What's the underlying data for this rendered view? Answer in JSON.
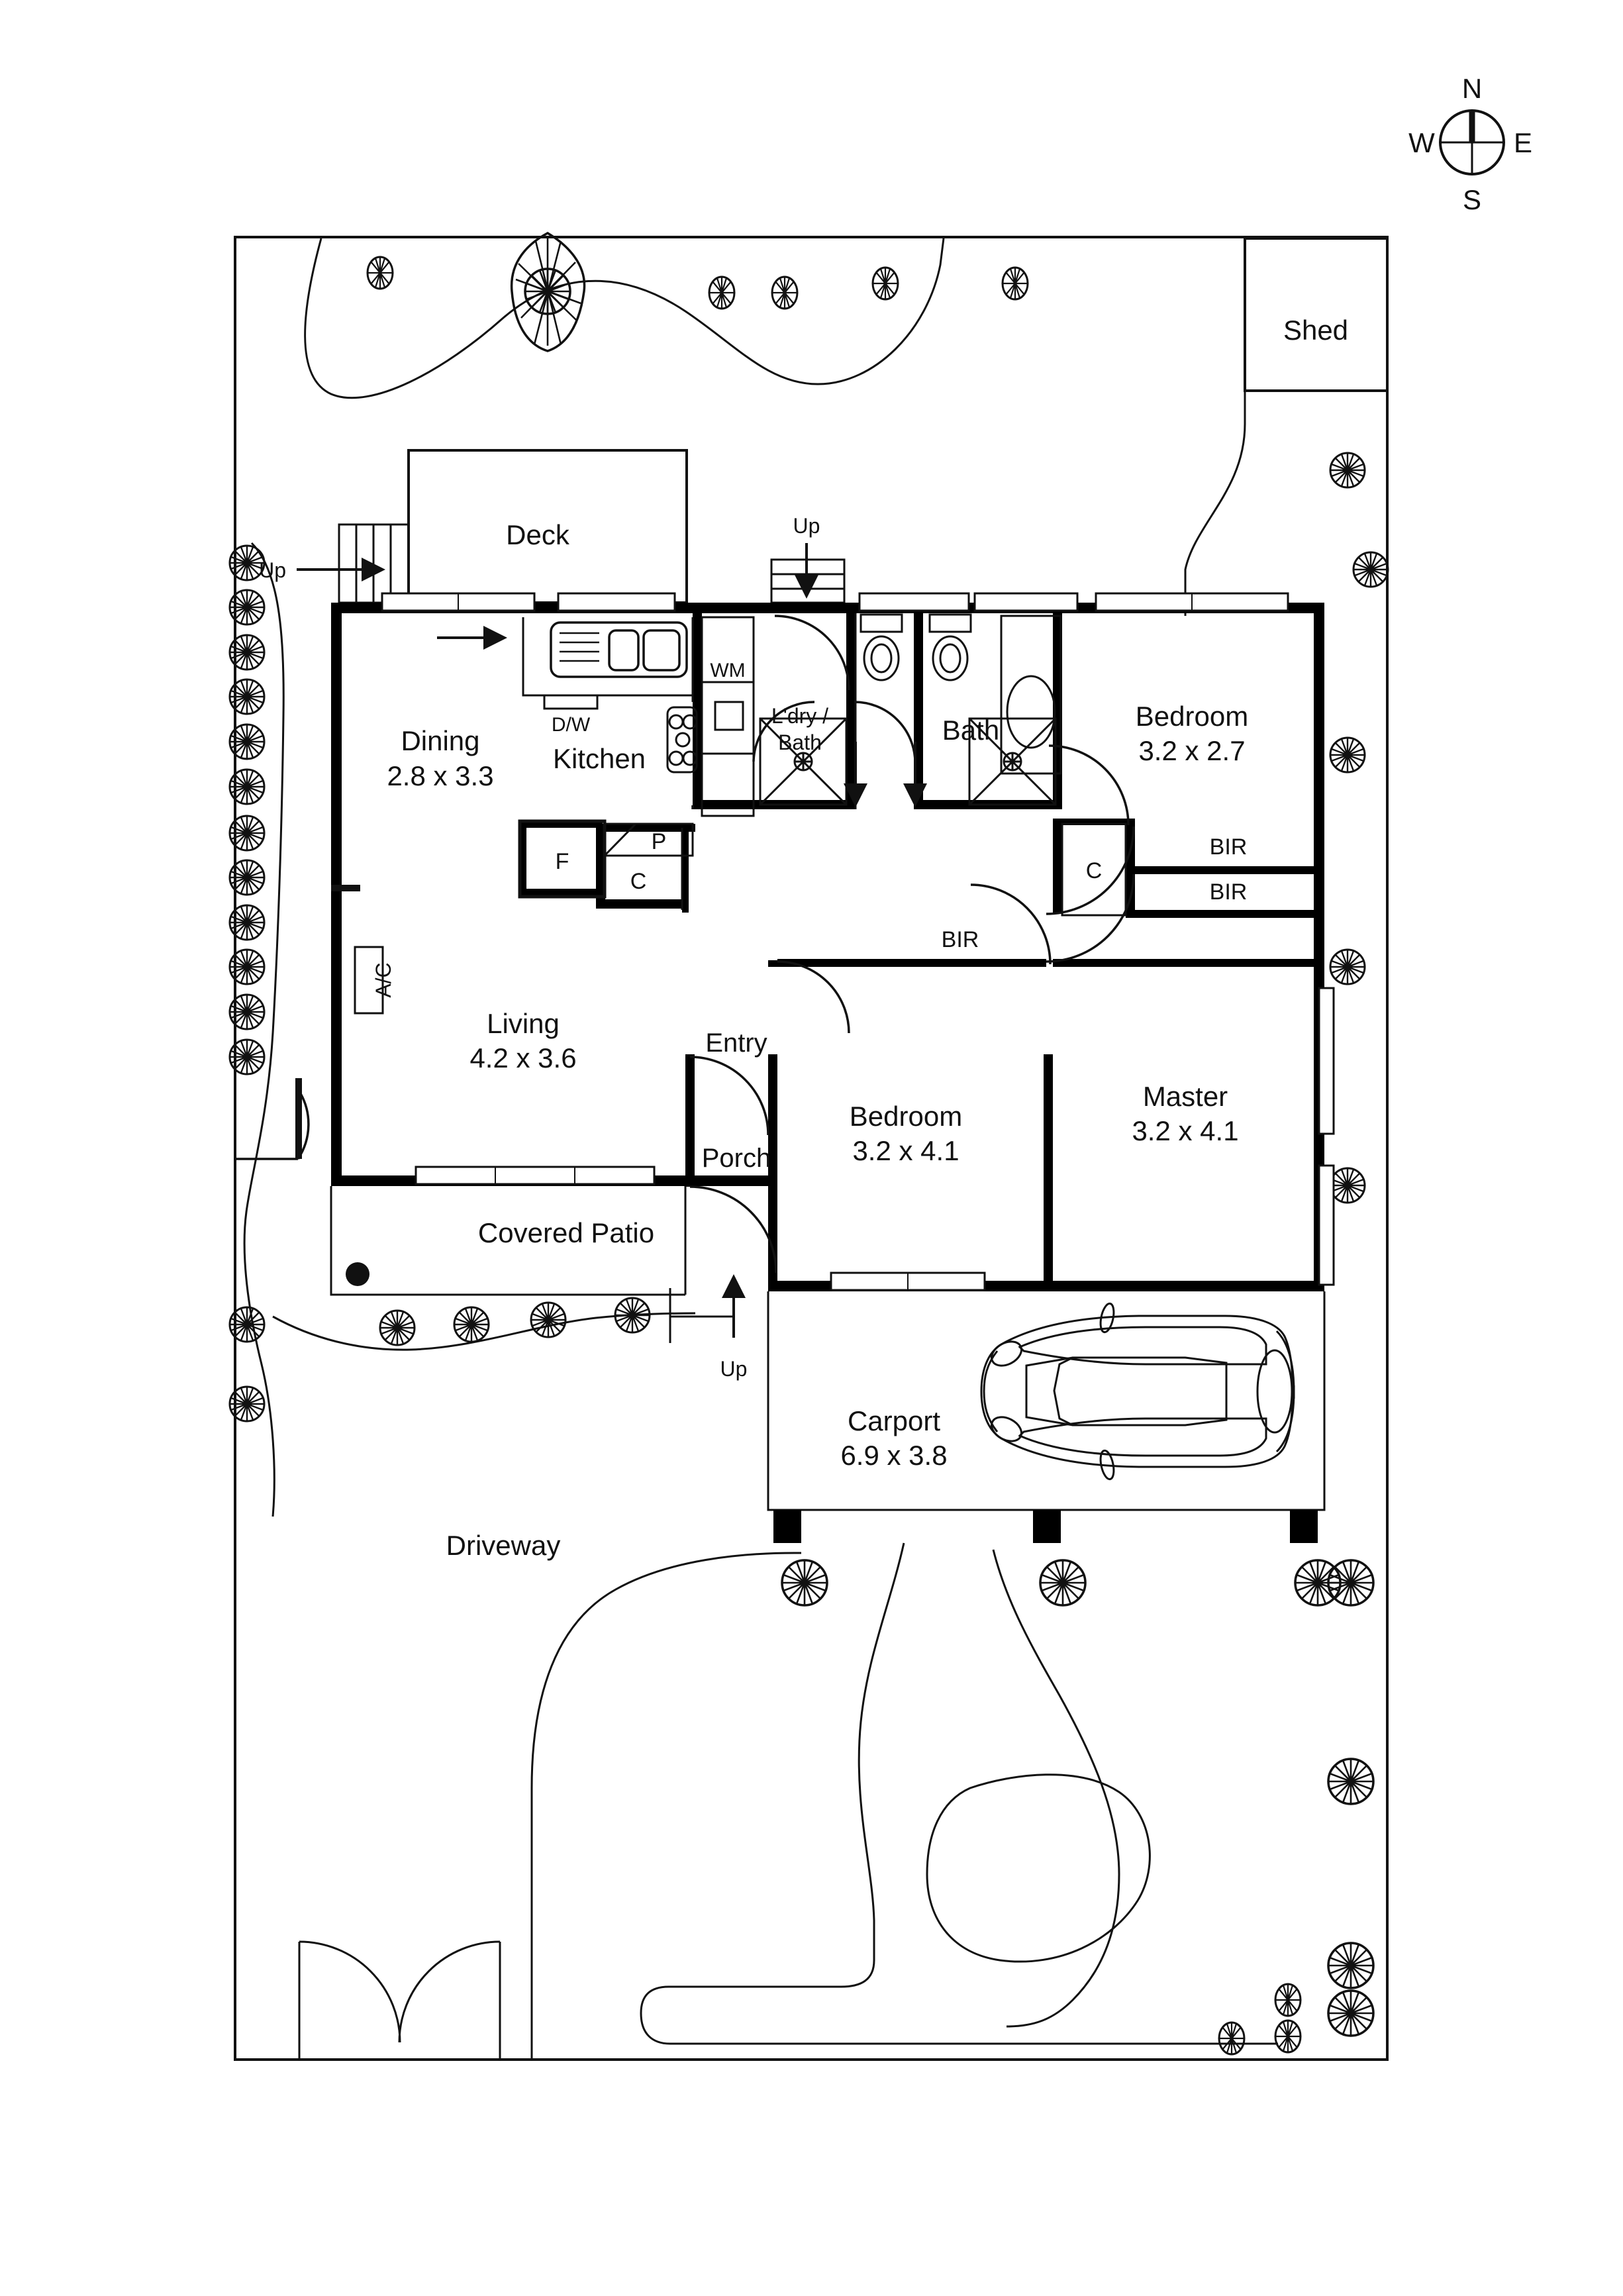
{
  "document": {
    "type": "floor-plan",
    "title": "Residential Floor Plan",
    "line_color": "#111111",
    "wall_color": "#000000",
    "background": "#ffffff"
  },
  "compass": {
    "north": "N",
    "east": "E",
    "south": "S",
    "west": "W"
  },
  "rooms": [
    {
      "id": "shed",
      "name": "Shed",
      "dimensions": ""
    },
    {
      "id": "deck",
      "name": "Deck",
      "dimensions": ""
    },
    {
      "id": "dining",
      "name": "Dining",
      "dimensions": "2.8 x 3.3"
    },
    {
      "id": "kitchen",
      "name": "Kitchen",
      "dimensions": ""
    },
    {
      "id": "laundry-bath",
      "name": "L'dry /",
      "dimensions": "Bath"
    },
    {
      "id": "bath",
      "name": "Bath",
      "dimensions": ""
    },
    {
      "id": "bedroom-2",
      "name": "Bedroom",
      "dimensions": "3.2 x 2.7"
    },
    {
      "id": "living",
      "name": "Living",
      "dimensions": "4.2 x 3.6"
    },
    {
      "id": "entry",
      "name": "Entry",
      "dimensions": ""
    },
    {
      "id": "porch",
      "name": "Porch",
      "dimensions": ""
    },
    {
      "id": "bedroom-3",
      "name": "Bedroom",
      "dimensions": "3.2 x 4.1"
    },
    {
      "id": "master",
      "name": "Master",
      "dimensions": "3.2 x 4.1"
    },
    {
      "id": "covered-patio",
      "name": "Covered Patio",
      "dimensions": ""
    },
    {
      "id": "carport",
      "name": "Carport",
      "dimensions": "6.9 x 3.8"
    },
    {
      "id": "driveway",
      "name": "Driveway",
      "dimensions": ""
    }
  ],
  "fixtures": {
    "dishwasher": "D/W",
    "washing_machine": "WM",
    "air_conditioner": "A/C",
    "fridge": "F",
    "pantry": "P",
    "cupboard_kitchen": "C",
    "cupboard_hall": "C",
    "built_in_robe_1": "BIR",
    "built_in_robe_2": "BIR",
    "built_in_robe_3": "BIR"
  },
  "stair_markers": [
    {
      "id": "deck-stairs",
      "label": "Up"
    },
    {
      "id": "laundry-step",
      "label": "Up"
    },
    {
      "id": "patio-step",
      "label": "Up"
    }
  ]
}
